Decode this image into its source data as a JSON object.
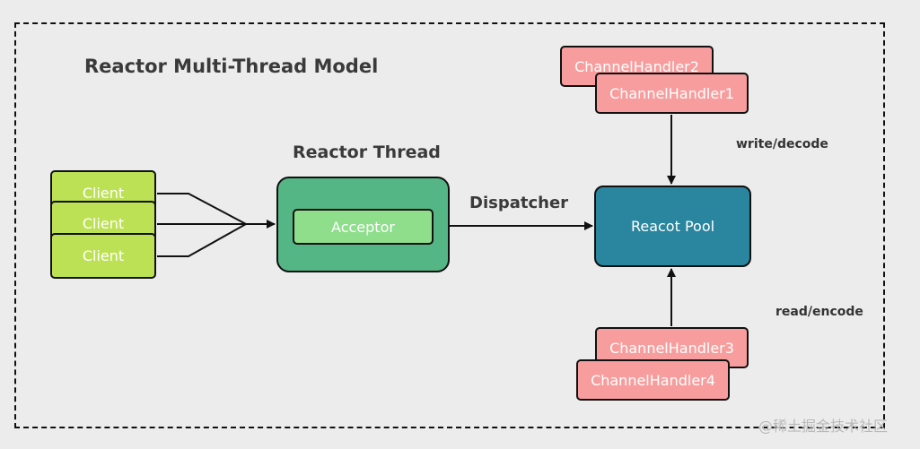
{
  "diagram": {
    "title": "Reactor Multi-Thread Model",
    "reactor_thread_label": "Reactor Thread",
    "acceptor_label": "Acceptor",
    "dispatcher_label": "Dispatcher",
    "pool_label": "Reacot Pool",
    "clients": [
      "Client",
      "Client",
      "Client"
    ],
    "top_handlers": [
      "ChannelHandler2",
      "ChannelHandler1"
    ],
    "bottom_handlers": [
      "ChannelHandler3",
      "ChannelHandler4"
    ],
    "write_label": "write/decode",
    "read_label": "read/encode"
  },
  "watermark": "@稀土掘金技术社区"
}
